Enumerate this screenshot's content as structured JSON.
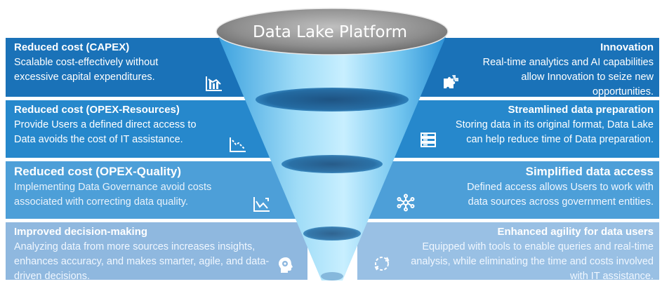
{
  "platform_title": "Data Lake Platform",
  "left": [
    {
      "title": "Reduced cost (CAPEX)",
      "lines": [
        "Scalable cost-effectively without",
        "excessive capital expenditures."
      ],
      "icon": "bar-chart-icon"
    },
    {
      "title": "Reduced cost (OPEX-Resources)",
      "lines": [
        "Provide Users a defined direct access to",
        "Data avoids the cost of IT assistance."
      ],
      "icon": "downtrend-chart-icon"
    },
    {
      "title": "Reduced cost (OPEX-Quality)",
      "lines": [
        "Implementing Data Governance avoid costs",
        "associated with correcting data quality."
      ],
      "icon": "line-chart-icon"
    },
    {
      "title": "Improved decision-making",
      "lines": [
        "Analyzing data from more sources increases insights,",
        "enhances accuracy, and makes smarter, agile, and data-",
        "driven decisions."
      ],
      "icon": "head-gear-icon"
    }
  ],
  "right": [
    {
      "title": "Innovation",
      "lines": [
        "Real-time analytics and AI capabilities",
        "allow Innovation to seize new",
        "opportunities."
      ],
      "icon": "puzzle-icon"
    },
    {
      "title": "Streamlined data preparation",
      "lines": [
        "Storing data in its original format, Data Lake",
        "can help reduce time of Data preparation."
      ],
      "icon": "server-icon"
    },
    {
      "title": "Simplified data access",
      "lines": [
        "Defined access allows Users to work with",
        "data sources across government entities."
      ],
      "icon": "network-icon"
    },
    {
      "title": "Enhanced agility for data users",
      "lines": [
        "Equipped with tools to enable queries and real-time",
        "analysis, while eliminating the time and costs involved",
        "with IT assistance."
      ],
      "icon": "cycle-icon"
    }
  ],
  "colors": {
    "band1": "#1a72b8",
    "band2": "#2688cc",
    "band3": "#4d9fd8",
    "band4": "#8fb8df",
    "funnel_light": "#bfe9fb",
    "funnel_dark": "#15598f"
  }
}
